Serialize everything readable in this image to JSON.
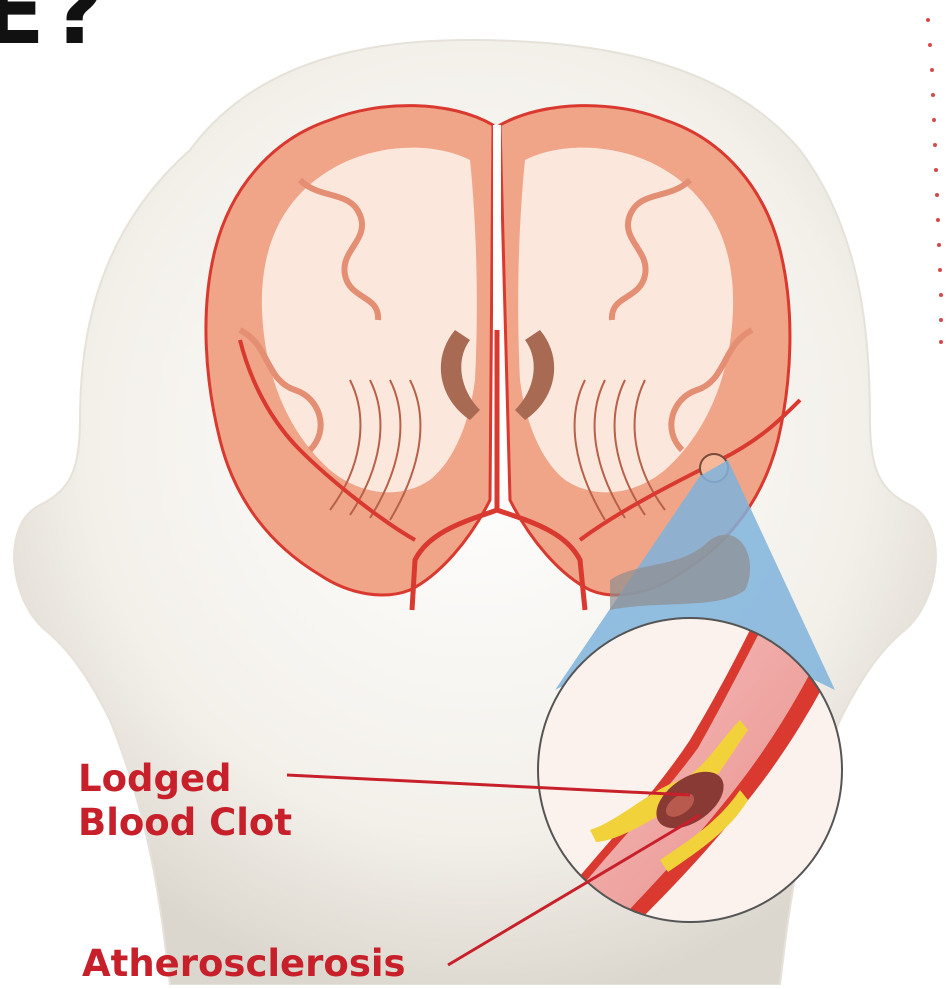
{
  "headline": "E?",
  "labels": {
    "clot_line1": "Lodged",
    "clot_line2": "Blood Clot",
    "atherosclerosis": "Atherosclerosis"
  },
  "colors": {
    "label_red": "#c8202b",
    "artery_red": "#d9392f",
    "brain_outer": "#f0a488",
    "brain_inner": "#fbe7dc",
    "head": "#f2efe8",
    "zoom_blue": "#7fb3dc",
    "plaque_yellow": "#f2d23a"
  },
  "icons": {
    "brain": "brain-illustration",
    "head": "head-silhouette",
    "magnifier": "zoom-circle"
  }
}
